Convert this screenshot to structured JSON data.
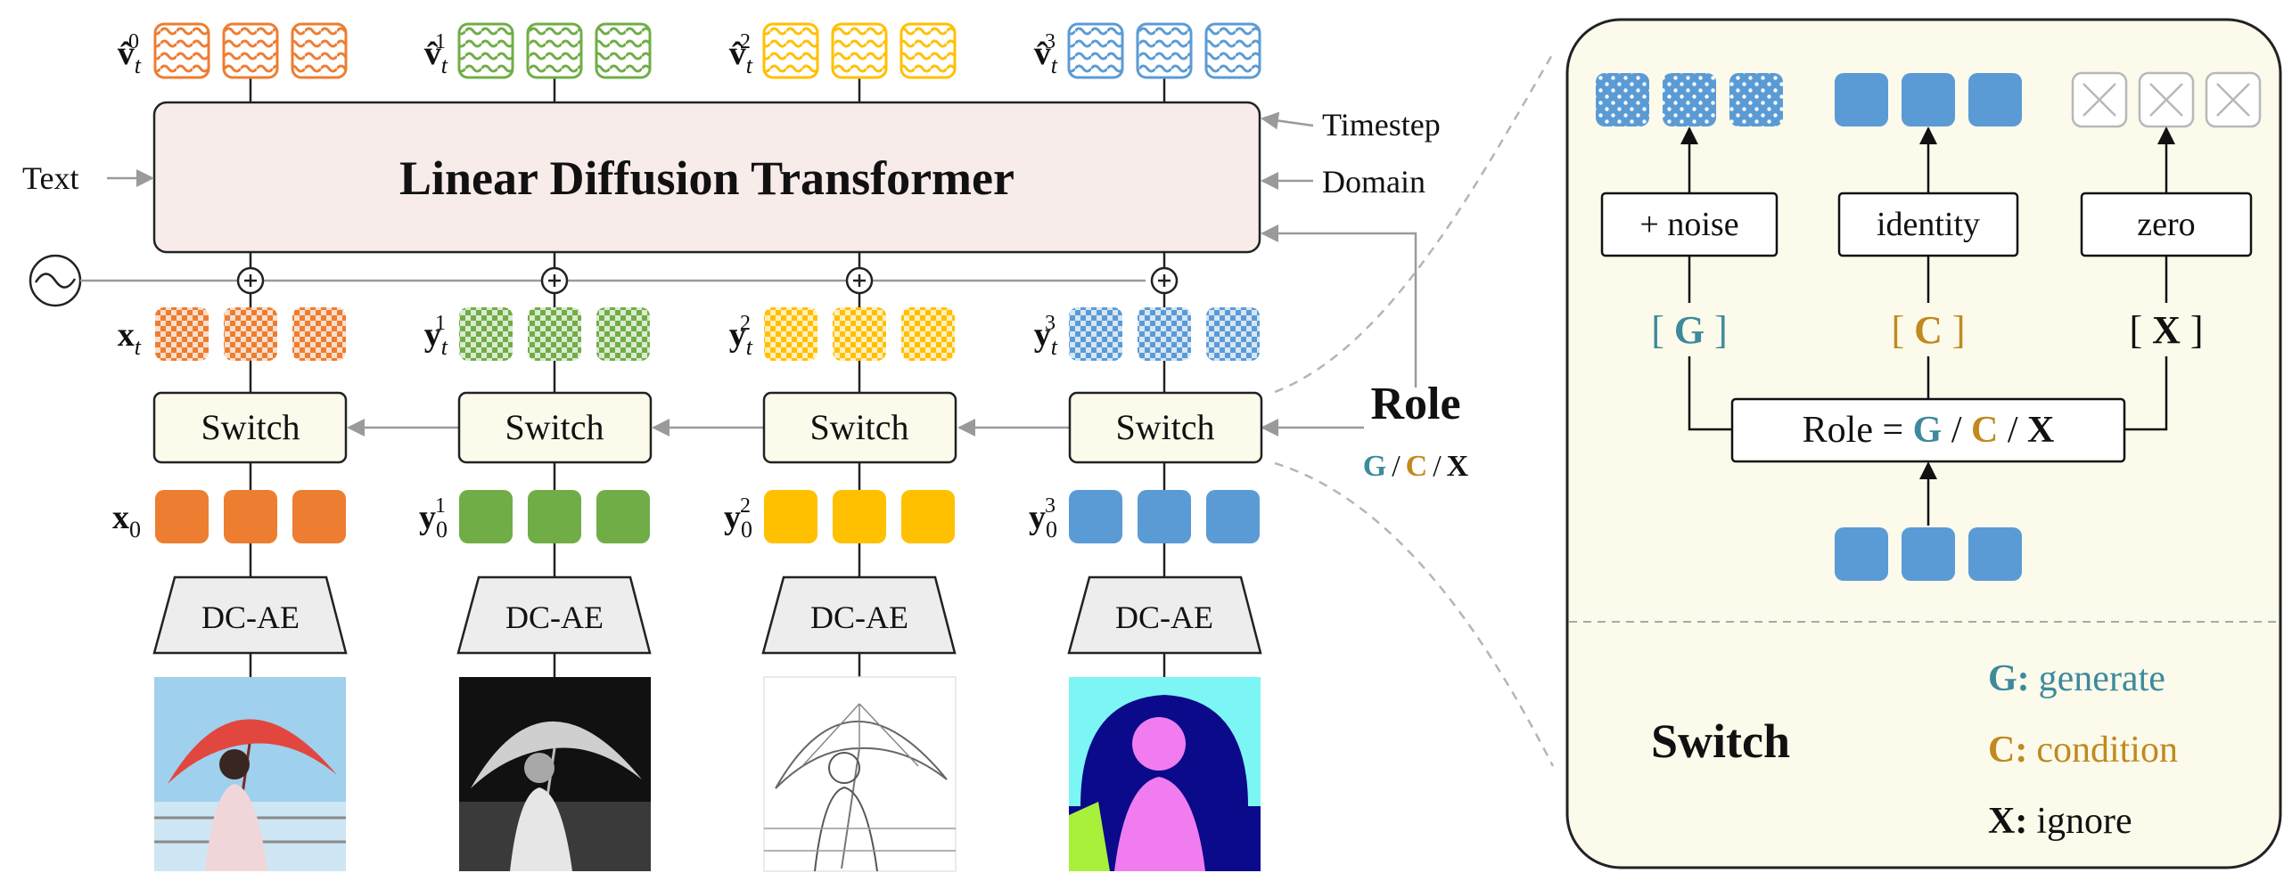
{
  "main": {
    "transformer_label": "Linear Diffusion Transformer",
    "inputs": {
      "text": "Text",
      "timestep": "Timestep",
      "domain": "Domain"
    },
    "switch_label": "Switch",
    "encoder_label": "DC-AE",
    "role": {
      "title": "Role",
      "legend": {
        "g": "G",
        "sep1": "/",
        "c": "C",
        "sep2": "/",
        "x": "X"
      }
    },
    "streams": [
      {
        "color": "#ed7d31",
        "noisy_label": "x",
        "noisy_sub": "t",
        "noisy_sup": "",
        "clean_label": "x",
        "clean_sub": "0",
        "clean_sup": "",
        "pred_label": "v̂",
        "pred_sub": "t",
        "pred_sup": "0",
        "image_name": "rgb-photo-image"
      },
      {
        "color": "#70ad47",
        "noisy_label": "y",
        "noisy_sub": "t",
        "noisy_sup": "1",
        "clean_label": "y",
        "clean_sub": "0",
        "clean_sup": "1",
        "pred_label": "v̂",
        "pred_sub": "t",
        "pred_sup": "1",
        "image_name": "depth-map-image"
      },
      {
        "color": "#ffc000",
        "noisy_label": "y",
        "noisy_sub": "t",
        "noisy_sup": "2",
        "clean_label": "y",
        "clean_sub": "0",
        "clean_sup": "2",
        "pred_label": "v̂",
        "pred_sub": "t",
        "pred_sup": "2",
        "image_name": "edge-map-image"
      },
      {
        "color": "#5b9bd5",
        "noisy_label": "y",
        "noisy_sub": "t",
        "noisy_sup": "3",
        "clean_label": "y",
        "clean_sub": "0",
        "clean_sup": "3",
        "pred_label": "v̂",
        "pred_sub": "t",
        "pred_sup": "3",
        "image_name": "segmentation-map-image"
      }
    ]
  },
  "panel": {
    "branches": [
      {
        "op": "+ noise",
        "tag_open": "[ ",
        "tag": "G",
        "tag_close": " ]",
        "color": "#3d8a9c"
      },
      {
        "op": "identity",
        "tag_open": "[ ",
        "tag": "C",
        "tag_close": " ]",
        "color": "#c08a1e"
      },
      {
        "op": "zero",
        "tag_open": "[ ",
        "tag": "X",
        "tag_close": " ]",
        "color": "#111111"
      }
    ],
    "role_box": {
      "prefix": "Role = ",
      "g": "G",
      "sep1": " / ",
      "c": "C",
      "sep2": " / ",
      "x": "X"
    },
    "title": "Switch",
    "legend": [
      {
        "key": "G:",
        "text": "generate",
        "color": "#3d8a9c"
      },
      {
        "key": "C:",
        "text": "condition",
        "color": "#c08a1e"
      },
      {
        "key": "X:",
        "text": "ignore",
        "color": "#111111"
      }
    ],
    "background": "#fbfaeb"
  }
}
